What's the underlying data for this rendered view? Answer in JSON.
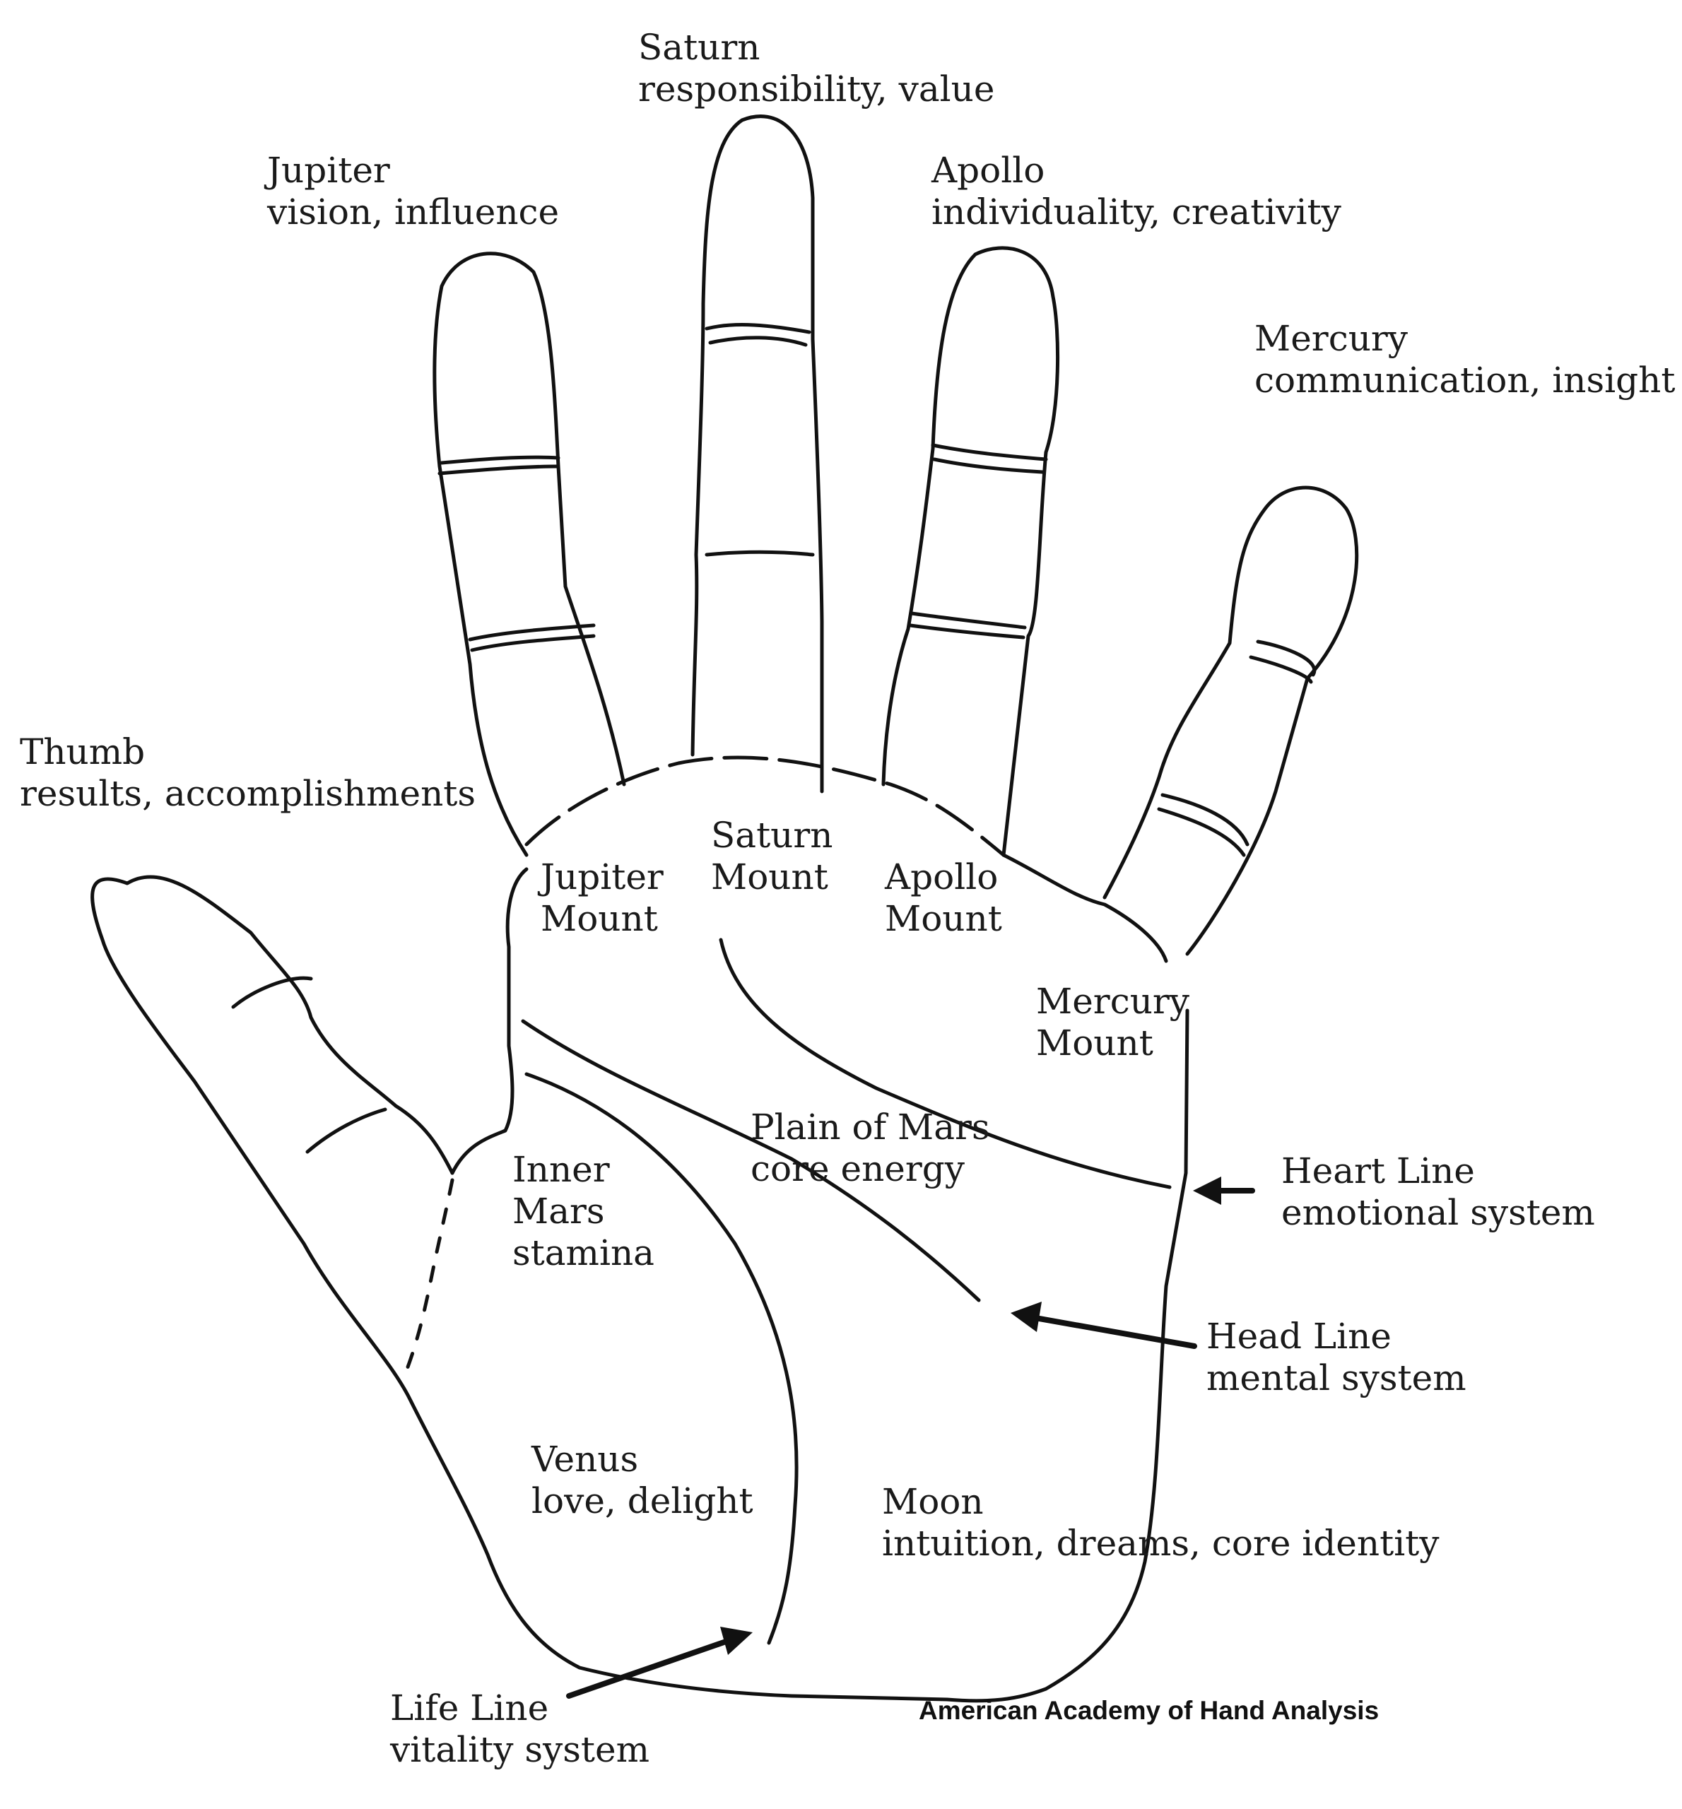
{
  "fingers": {
    "saturn": {
      "name": "Saturn",
      "meaning": "responsibility, value"
    },
    "jupiter": {
      "name": "Jupiter",
      "meaning": "vision, influence"
    },
    "apollo": {
      "name": "Apollo",
      "meaning": "individuality, creativity"
    },
    "mercury": {
      "name": "Mercury",
      "meaning": "communication, insight"
    },
    "thumb": {
      "name": "Thumb",
      "meaning": "results, accomplishments"
    }
  },
  "mounts": {
    "jupiter": {
      "line1": "Jupiter",
      "line2": "Mount"
    },
    "saturn": {
      "line1": "Saturn",
      "line2": "Mount"
    },
    "apollo": {
      "line1": "Apollo",
      "line2": "Mount"
    },
    "mercury": {
      "line1": "Mercury",
      "line2": "Mount"
    }
  },
  "regions": {
    "plain_of_mars": {
      "name": "Plain of Mars",
      "meaning": "core energy"
    },
    "inner_mars": {
      "line1": "Inner",
      "line2": "Mars",
      "line3": "stamina"
    },
    "venus": {
      "name": "Venus",
      "meaning": "love, delight"
    },
    "moon": {
      "name": "Moon",
      "meaning": "intuition, dreams, core identity"
    }
  },
  "lines": {
    "heart": {
      "name": "Heart Line",
      "meaning": "emotional system"
    },
    "head": {
      "name": "Head Line",
      "meaning": "mental system"
    },
    "life": {
      "name": "Life Line",
      "meaning": "vitality system"
    }
  },
  "credit": "American Academy of Hand Analysis",
  "colors": {
    "ink": "#111111",
    "background": "#ffffff"
  }
}
